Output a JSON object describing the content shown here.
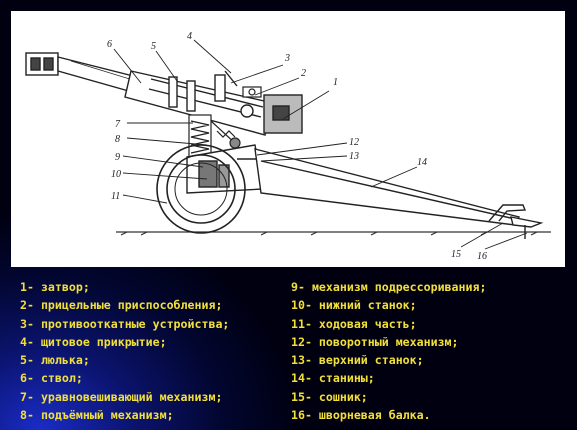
{
  "colors": {
    "legend_text": "#f2e03a",
    "background": "#000010",
    "accent_glow": "#1a2cc8",
    "panel": "#ffffff",
    "ink": "#222222"
  },
  "diagram": {
    "callouts": [
      "1",
      "2",
      "3",
      "4",
      "5",
      "6",
      "7",
      "8",
      "9",
      "10",
      "11",
      "12",
      "13",
      "14",
      "15",
      "16"
    ]
  },
  "legend": {
    "left": [
      "1- затвор;",
      "2- прицельные приспособления;",
      "3- противооткатные устройства;",
      "4- щитовое прикрытие;",
      "5- люлька;",
      "6- ствол;",
      "7- уравновешивающий механизм;",
      "8- подъёмный механизм;"
    ],
    "right": [
      "9- механизм подрессоривания;",
      "10- нижний станок;",
      "11- ходовая часть;",
      "12- поворотный механизм;",
      "13- верхний станок;",
      "14- станины;",
      "15- сошник;",
      "16- шворневая балка."
    ]
  }
}
